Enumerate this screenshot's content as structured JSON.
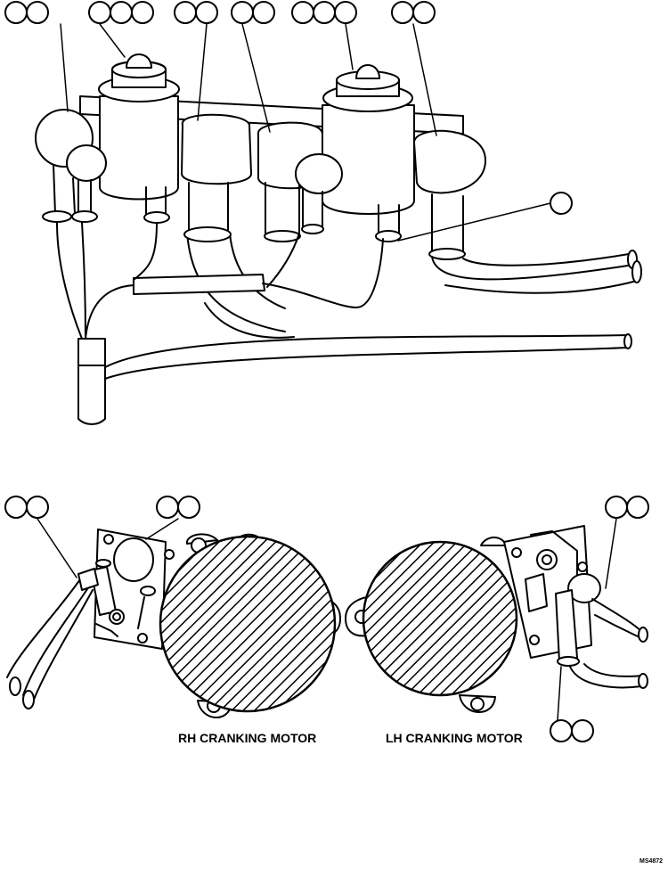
{
  "labels": {
    "rh_motor": "RH CRANKING MOTOR",
    "lh_motor": "LH CRANKING MOTOR",
    "figure_id": "MS4872"
  }
}
